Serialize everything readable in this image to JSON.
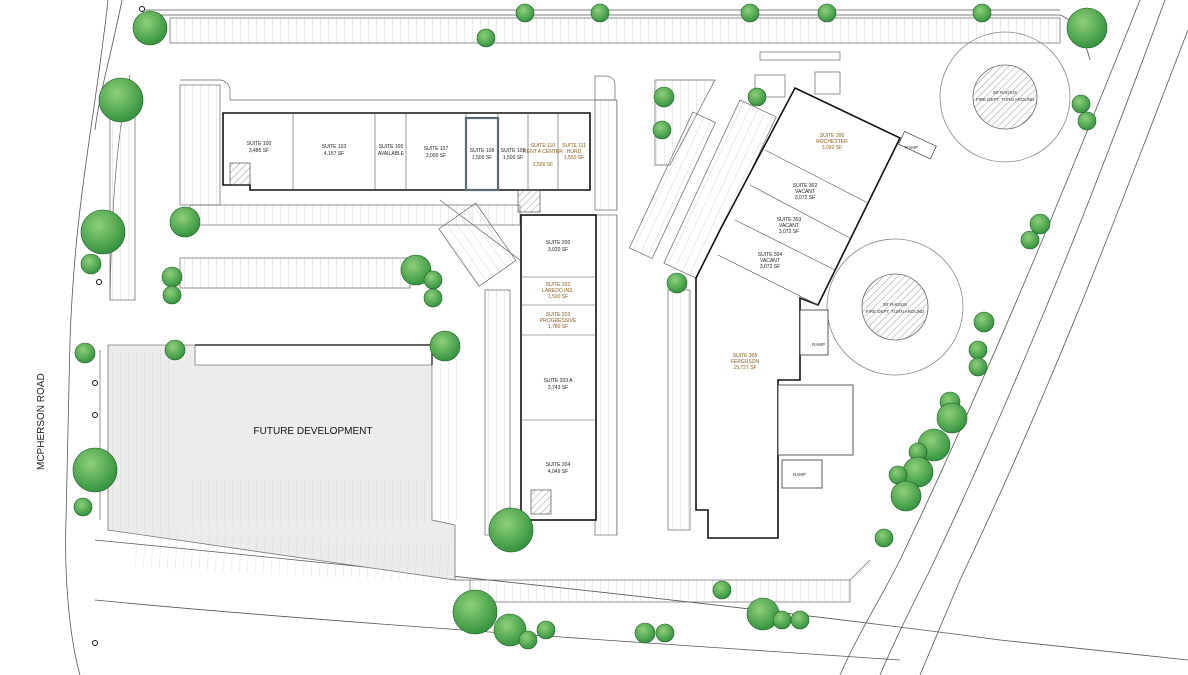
{
  "site_plan": {
    "road_label": "MCPHERSON ROAD",
    "future_development_label": "FUTURE DEVELOPMENT",
    "turnaround_label_line1": "38' RADIUS",
    "turnaround_label_line2": "FIRE DEPT. TURN AROUND",
    "ramp_label": "RAMP"
  },
  "buildings": {
    "north": [
      {
        "name": "SUITE 100",
        "area": "3,485 SF",
        "tenant": ""
      },
      {
        "name": "SUITE 103",
        "area": "4,157 SF",
        "tenant": ""
      },
      {
        "name": "SUITE 105",
        "area": "AVAILABLE",
        "tenant": ""
      },
      {
        "name": "SUITE 107",
        "area": "3,000 SF",
        "tenant": ""
      },
      {
        "name": "SUITE 108",
        "area": "1,500 SF",
        "tenant": ""
      },
      {
        "name": "SUITE 109",
        "area": "1,500 SF",
        "tenant": ""
      },
      {
        "name": "SUITE 110",
        "area": "1,500 SF",
        "tenant": "RENT A CENTER"
      },
      {
        "name": "SUITE 111",
        "area": "1,550 SF",
        "tenant": "HURD"
      }
    ],
    "center": [
      {
        "name": "SUITE 200",
        "area": "3,020 SF",
        "tenant": ""
      },
      {
        "name": "SUITE 202",
        "area": "1,500 SF",
        "tenant": "LAREDO INS."
      },
      {
        "name": "SUITE 203",
        "area": "1,780 SF",
        "tenant": "PROGRESSIVE"
      },
      {
        "name": "SUITE 203 A",
        "area": "3,743 SF",
        "tenant": ""
      },
      {
        "name": "SUITE 204",
        "area": "4,049 SF",
        "tenant": ""
      }
    ],
    "east": [
      {
        "name": "SUITE 300",
        "area": "3,092 SF",
        "tenant": "ROCHESTER"
      },
      {
        "name": "SUITE 302",
        "area": "3,072 SF",
        "tenant": "VACANT"
      },
      {
        "name": "SUITE 303",
        "area": "3,072 SF",
        "tenant": "VACANT"
      },
      {
        "name": "SUITE 304",
        "area": "3,072 SF",
        "tenant": "VACANT"
      },
      {
        "name": "SUITE 306",
        "area": "15,727 SF",
        "tenant": "FERGUSON"
      }
    ]
  }
}
